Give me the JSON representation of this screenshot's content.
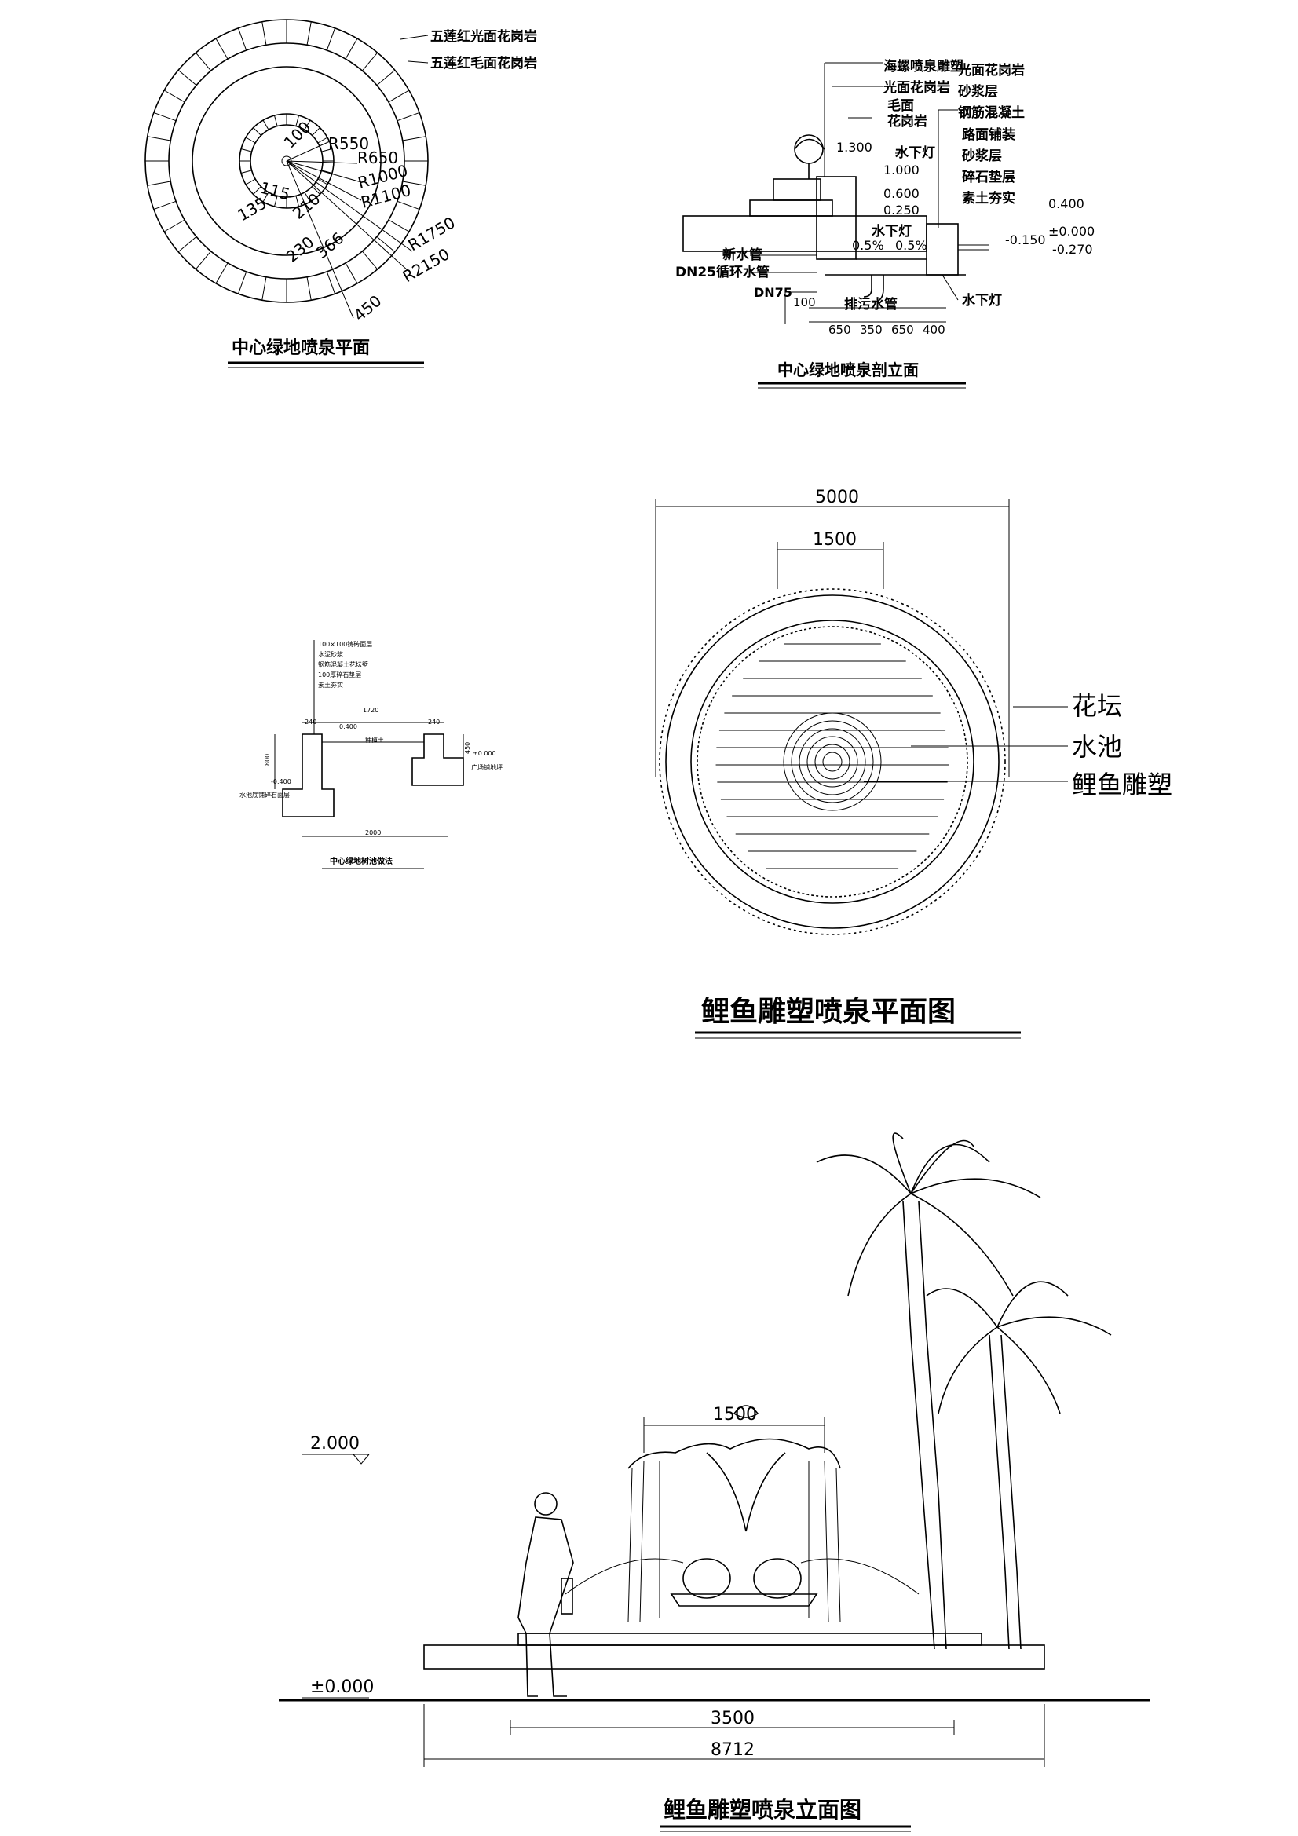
{
  "plan_a": {
    "title": "中心绿地喷泉平面",
    "labels": [
      "五莲红光面花岗岩",
      "五莲红毛面花岗岩"
    ],
    "dims": [
      "100",
      "R550",
      "R650",
      "115",
      "135",
      "R1000",
      "R1100",
      "210",
      "230",
      "366",
      "R1750",
      "R2150",
      "450"
    ]
  },
  "section_a": {
    "title": "中心绿地喷泉剖立面",
    "labels_left": [
      "海螺喷泉雕塑",
      "光面花岗岩",
      "毛面",
      "花岗岩",
      "水下灯",
      "水下灯",
      "新水管",
      "DN25循环水管",
      "DN75",
      "排污水管",
      "水下灯"
    ],
    "labels_right": [
      "光面花岗岩",
      "砂浆层",
      "钢筋混凝土",
      "路面铺装",
      "砂浆层",
      "碎石垫层",
      "素土夯实"
    ],
    "elevations": [
      "1.300",
      "1.000",
      "0.600",
      "0.250",
      "0.5%",
      "0.5%",
      "0.400",
      "±0.000",
      "-0.150",
      "-0.270"
    ],
    "dims": [
      "100",
      "650",
      "350",
      "650",
      "400"
    ]
  },
  "tree_pool": {
    "title": "中心绿地树池做法",
    "layers": [
      "100×100铸砖面层",
      "水泥砂浆",
      "钢筋混凝土花坛壁",
      "100厚碎石垫层",
      "素土夯实"
    ],
    "dims": [
      "1720",
      "240",
      "240",
      "0.400",
      "种植土",
      "800",
      "450",
      "±0.000",
      "广场铺地坪",
      "-0.400",
      "水池底铺碎石面层",
      "2000"
    ]
  },
  "koi_plan": {
    "title": "鲤鱼雕塑喷泉平面图",
    "dim_outer": "5000",
    "dim_inner": "1500",
    "labels": [
      "花坛",
      "水池",
      "鲤鱼雕塑"
    ]
  },
  "koi_elev": {
    "title": "鲤鱼雕塑喷泉立面图",
    "dim_top": "1500",
    "level_top": "2.000",
    "level_ground": "±0.000",
    "dim_mid": "3500",
    "dim_bottom": "8712"
  }
}
